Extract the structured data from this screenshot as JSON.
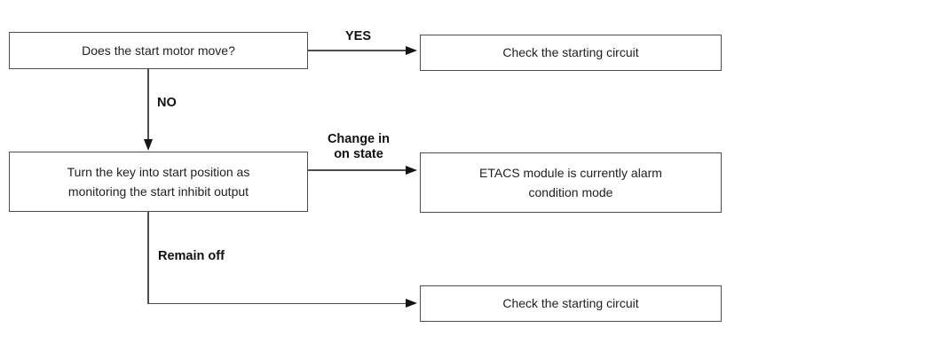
{
  "diagram": {
    "type": "flowchart",
    "colors": {
      "background": "#ffffff",
      "line": "#4d4d4d",
      "text": "#1f1f1f",
      "arrowhead": "#141414"
    },
    "nodes": {
      "start_motor_question": {
        "label": "Does the start motor move?"
      },
      "check_starting_circuit_top": {
        "label": "Check the starting circuit"
      },
      "turn_key_monitor": {
        "label": "Turn the key into start position as\nmonitoring the start inhibit output"
      },
      "etacs_alarm_mode": {
        "label": "ETACS module is currently alarm\ncondition mode"
      },
      "check_starting_circuit_bottom": {
        "label": "Check the starting circuit"
      }
    },
    "edges": {
      "yes": {
        "label": "YES"
      },
      "no": {
        "label": "NO"
      },
      "change_in_on_state": {
        "label": "Change in\non state"
      },
      "remain_off": {
        "label": "Remain off"
      }
    }
  }
}
